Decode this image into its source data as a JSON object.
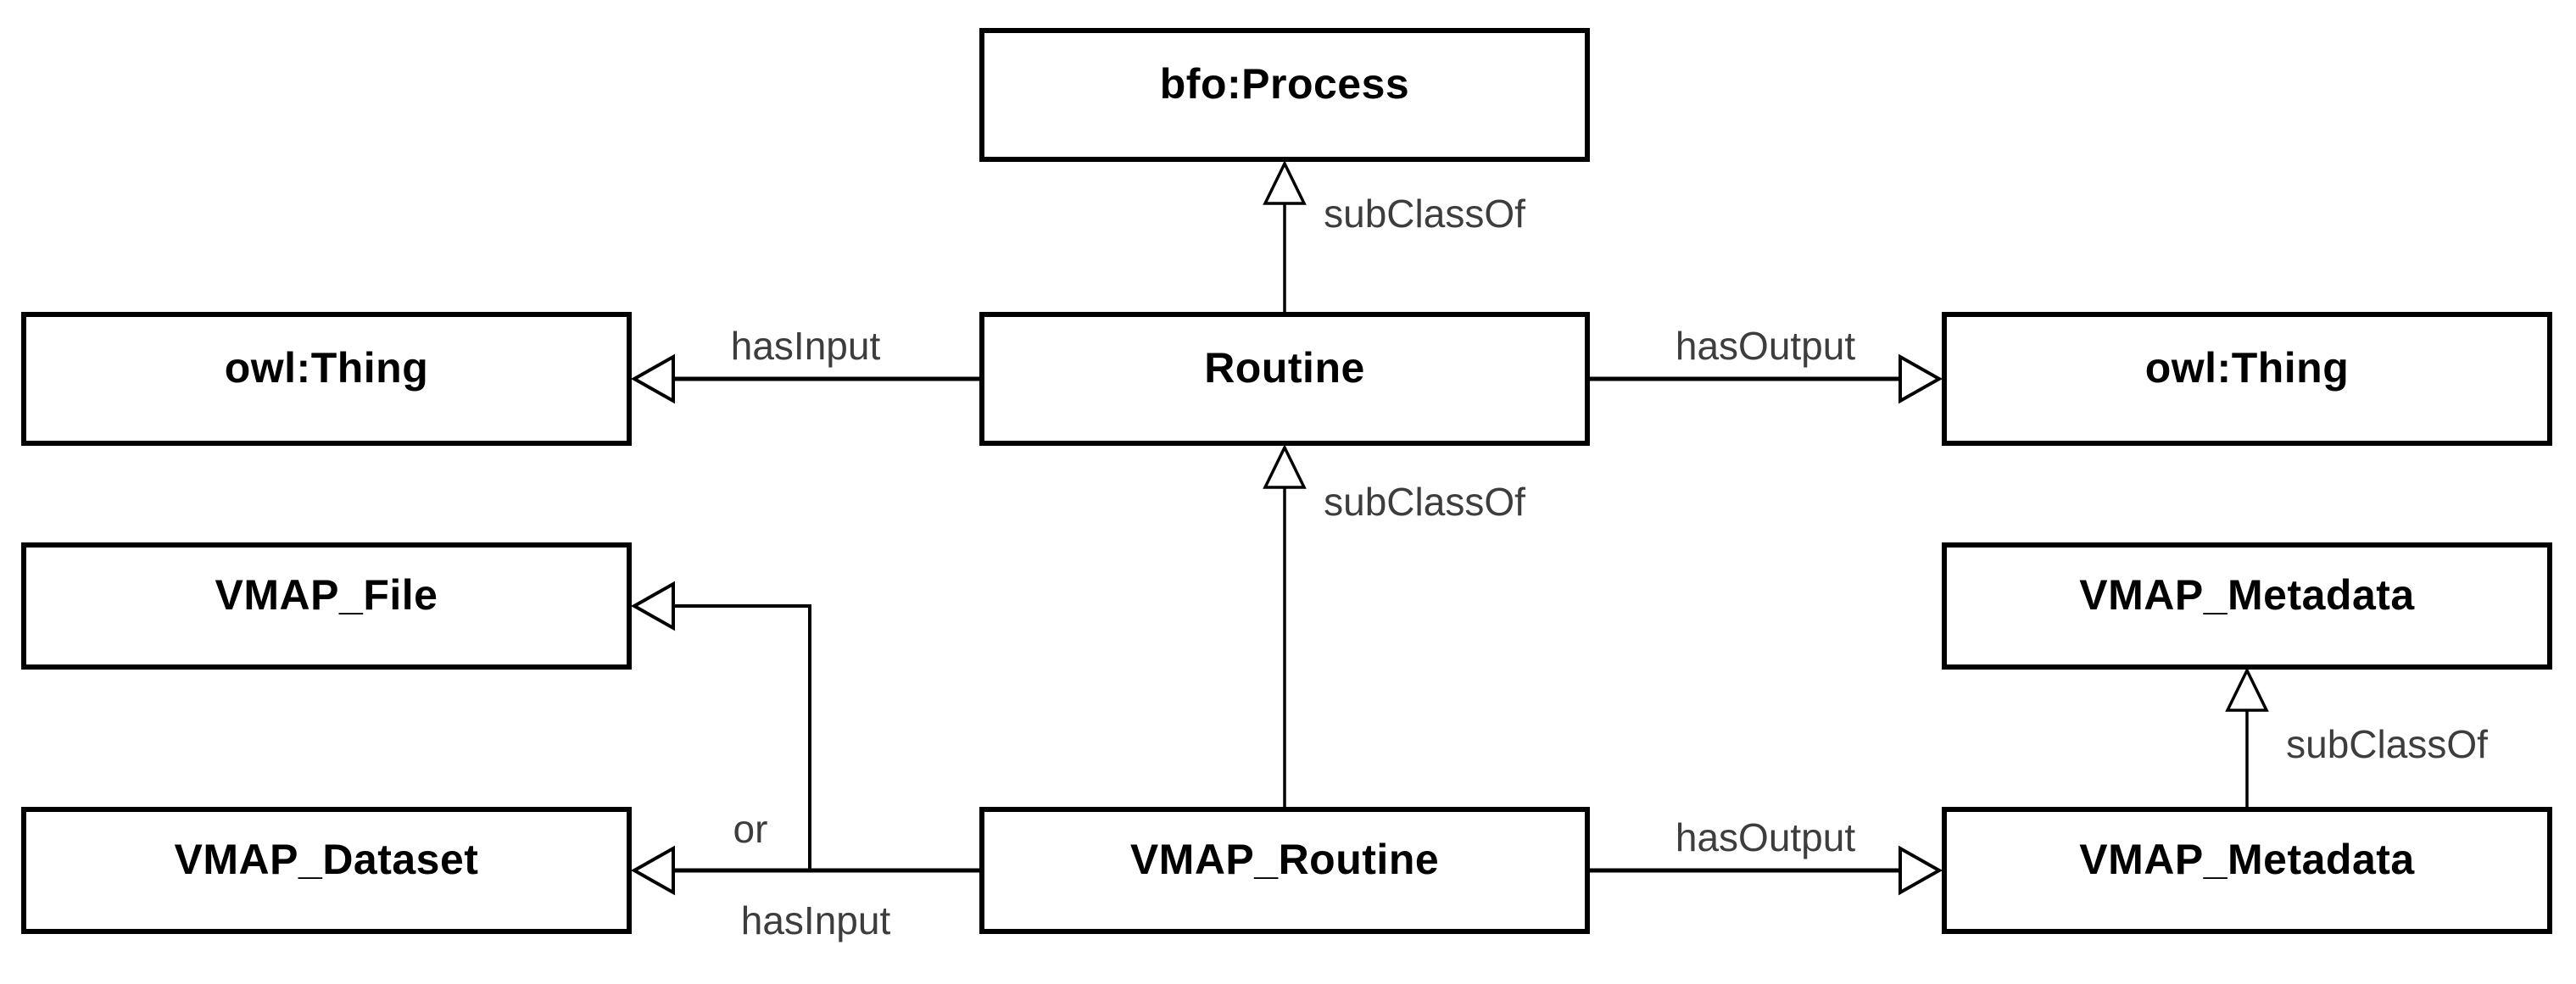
{
  "nodes": {
    "bfo_process": {
      "label": "bfo:Process"
    },
    "owl_thing_left": {
      "label": "owl:Thing"
    },
    "routine": {
      "label": "Routine"
    },
    "owl_thing_right": {
      "label": "owl:Thing"
    },
    "vmap_file": {
      "label": "VMAP_File"
    },
    "vmap_metadata_parent": {
      "label": "VMAP_Metadata"
    },
    "vmap_dataset": {
      "label": "VMAP_Dataset"
    },
    "vmap_routine": {
      "label": "VMAP_Routine"
    },
    "vmap_metadata_child": {
      "label": "VMAP_Metadata"
    }
  },
  "edges": {
    "routine_subclassof_bfo_process": {
      "label": "subClassOf",
      "type": "subClassOf"
    },
    "routine_hasinput_owl_thing": {
      "label": "hasInput",
      "type": "objectProperty"
    },
    "routine_hasoutput_owl_thing": {
      "label": "hasOutput",
      "type": "objectProperty"
    },
    "vmap_routine_subclassof_routine": {
      "label": "subClassOf",
      "type": "subClassOf"
    },
    "vmap_routine_input_or": {
      "label": "or",
      "type": "annotation"
    },
    "vmap_routine_hasinput": {
      "label": "hasInput",
      "type": "objectProperty"
    },
    "vmap_routine_hasoutput": {
      "label": "hasOutput",
      "type": "objectProperty"
    },
    "vmap_metadata_subclassof": {
      "label": "subClassOf",
      "type": "subClassOf"
    }
  },
  "colors": {
    "background": "#ffffff",
    "node_fill": "#ffffff",
    "node_border": "#000000",
    "node_text": "#000000",
    "edge_line": "#000000",
    "edge_label_text": "#3d3d3d"
  }
}
